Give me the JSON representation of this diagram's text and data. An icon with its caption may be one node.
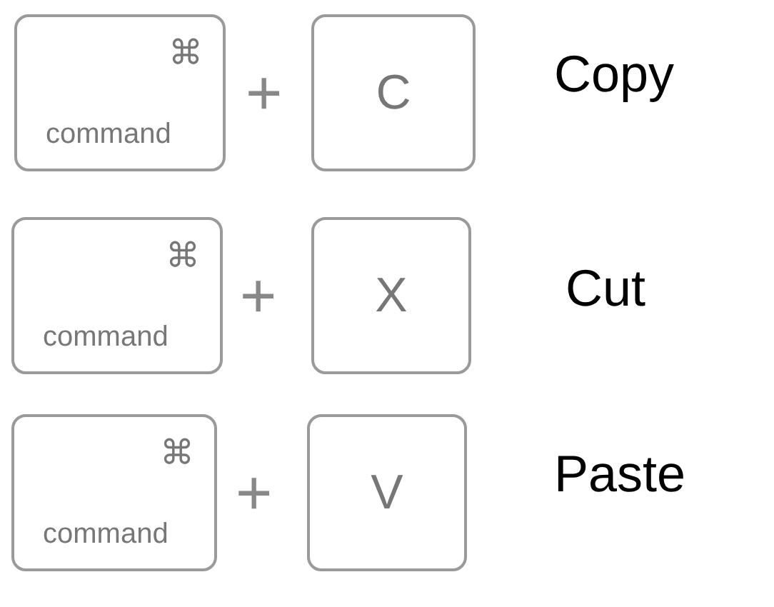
{
  "diagram": {
    "nodes": [
      {
        "text": [
          "⌘",
          "command"
        ]
      },
      {
        "text": [
          "C"
        ]
      },
      {
        "text": [
          "⌘",
          "command"
        ]
      },
      {
        "text": [
          "X"
        ]
      },
      {
        "text": [
          "⌘",
          "command"
        ]
      },
      {
        "text": [
          "V"
        ]
      }
    ],
    "labels": [
      "+",
      "Copy",
      "+",
      "Cut",
      "+",
      "Paste"
    ]
  }
}
